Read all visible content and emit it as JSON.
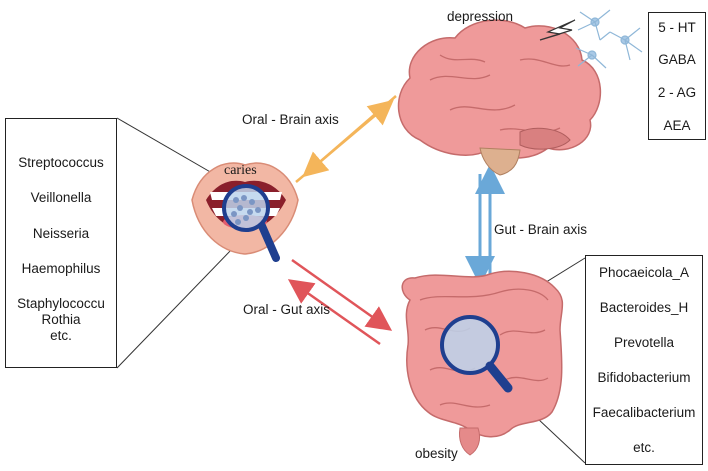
{
  "labels": {
    "depression": "depression",
    "caries": "caries",
    "obesity": "obesity",
    "oral_brain_axis": "Oral - Brain axis",
    "oral_gut_axis": "Oral - Gut axis",
    "gut_brain_axis": "Gut - Brain axis"
  },
  "oral_bacteria": [
    "Streptococcus",
    "Veillonella",
    "Neisseria",
    "Haemophilus",
    "Staphylococcu",
    "Rothia",
    "etc."
  ],
  "neurotransmitters": [
    "5 - HT",
    "GABA",
    "2 - AG",
    "AEA"
  ],
  "gut_bacteria": [
    "Phocaeicola_A",
    "Bacteroides_H",
    "Prevotella",
    "Bifidobacterium",
    "Faecalibacterium",
    "etc."
  ],
  "colors": {
    "oral_brain_arrow": "#f4b55a",
    "oral_gut_arrow": "#e0555a",
    "gut_brain_arrow": "#6aa8d8",
    "organ_pink": "#ef9a9a",
    "magnifier": "#1f3f8f"
  }
}
